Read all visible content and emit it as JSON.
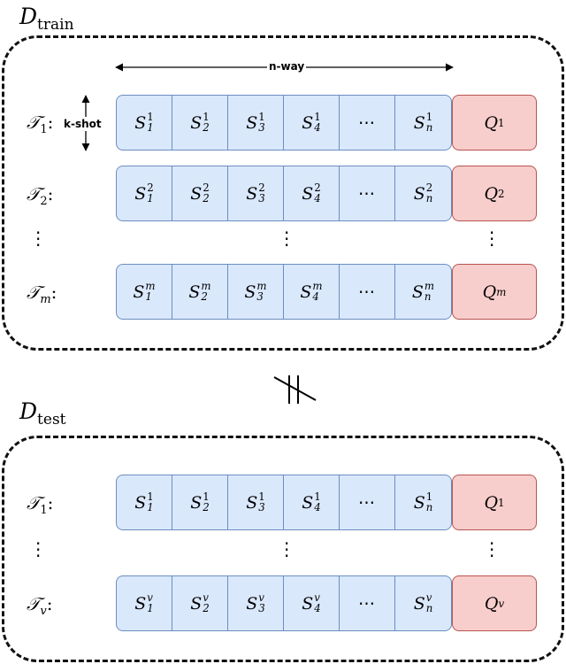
{
  "train": {
    "label_base": "D",
    "label_sub": "train",
    "rows": [
      {
        "task_base": "𝒯",
        "task_sub": "1",
        "sup": "1",
        "query_sup": "1"
      },
      {
        "task_base": "𝒯",
        "task_sub": "2",
        "sup": "2",
        "query_sup": "2"
      },
      {
        "task_base": "𝒯",
        "task_sub": "m",
        "sup": "m",
        "query_sup": "m"
      }
    ],
    "n_way_label": "n-way",
    "k_shot_label": "k-shot"
  },
  "test": {
    "label_base": "D",
    "label_sub": "test",
    "rows": [
      {
        "task_base": "𝒯",
        "task_sub": "1",
        "sup": "1",
        "query_sup": "1"
      },
      {
        "task_base": "𝒯",
        "task_sub": "v",
        "sup": "v",
        "query_sup": "v"
      }
    ]
  },
  "support_base": "S",
  "support_subs": [
    "1",
    "2",
    "3",
    "4",
    "⋯",
    "n"
  ],
  "query_base": "Q",
  "colon": ":",
  "colors": {
    "support_fill": "#dae8fc",
    "support_border": "#6c8ebf",
    "query_fill": "#f8cecc",
    "query_border": "#b85450"
  }
}
